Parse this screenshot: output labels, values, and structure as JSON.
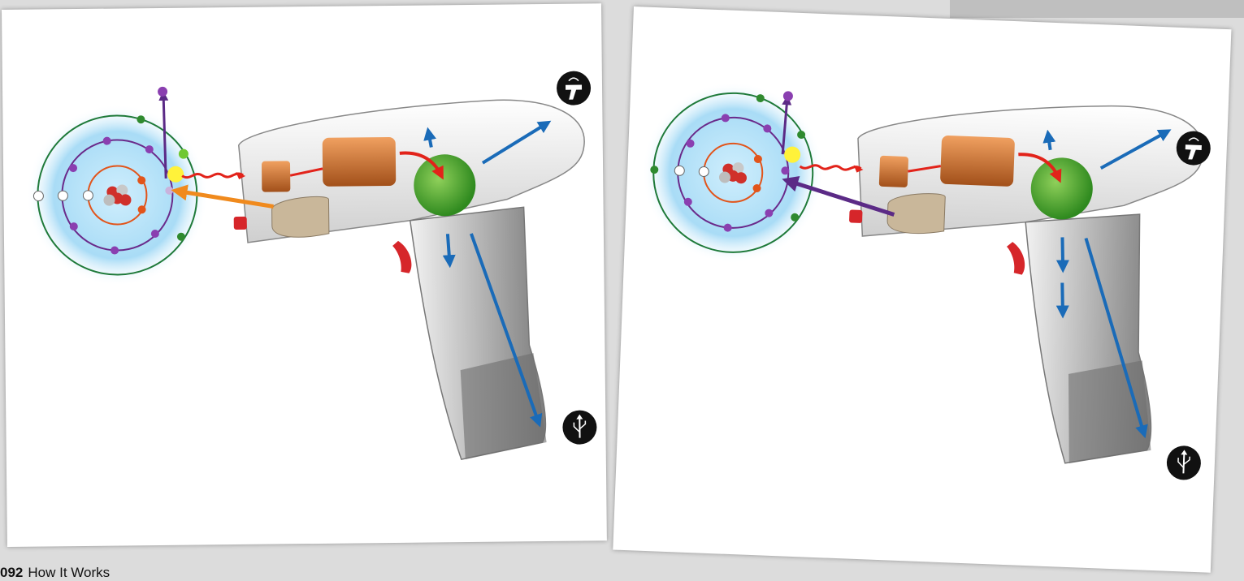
{
  "footer": {
    "page_number": "092",
    "section_title": "How It Works"
  },
  "colors": {
    "photon": "#e2231a",
    "fluorescence_left": "#f08a1d",
    "fluorescence_right": "#5b2a86",
    "ejected": "#5b2a86",
    "signal": "#1a6bb8",
    "detector": "#3b9a2a",
    "orbit_outer": "#1f7a3a",
    "orbit_middle": "#6a2a8a",
    "orbit_inner": "#e2541a"
  },
  "icons": [
    "wireless-signal-icon",
    "usb-icon",
    "x-ray-tube",
    "detector-sphere",
    "atom-nucleus"
  ]
}
